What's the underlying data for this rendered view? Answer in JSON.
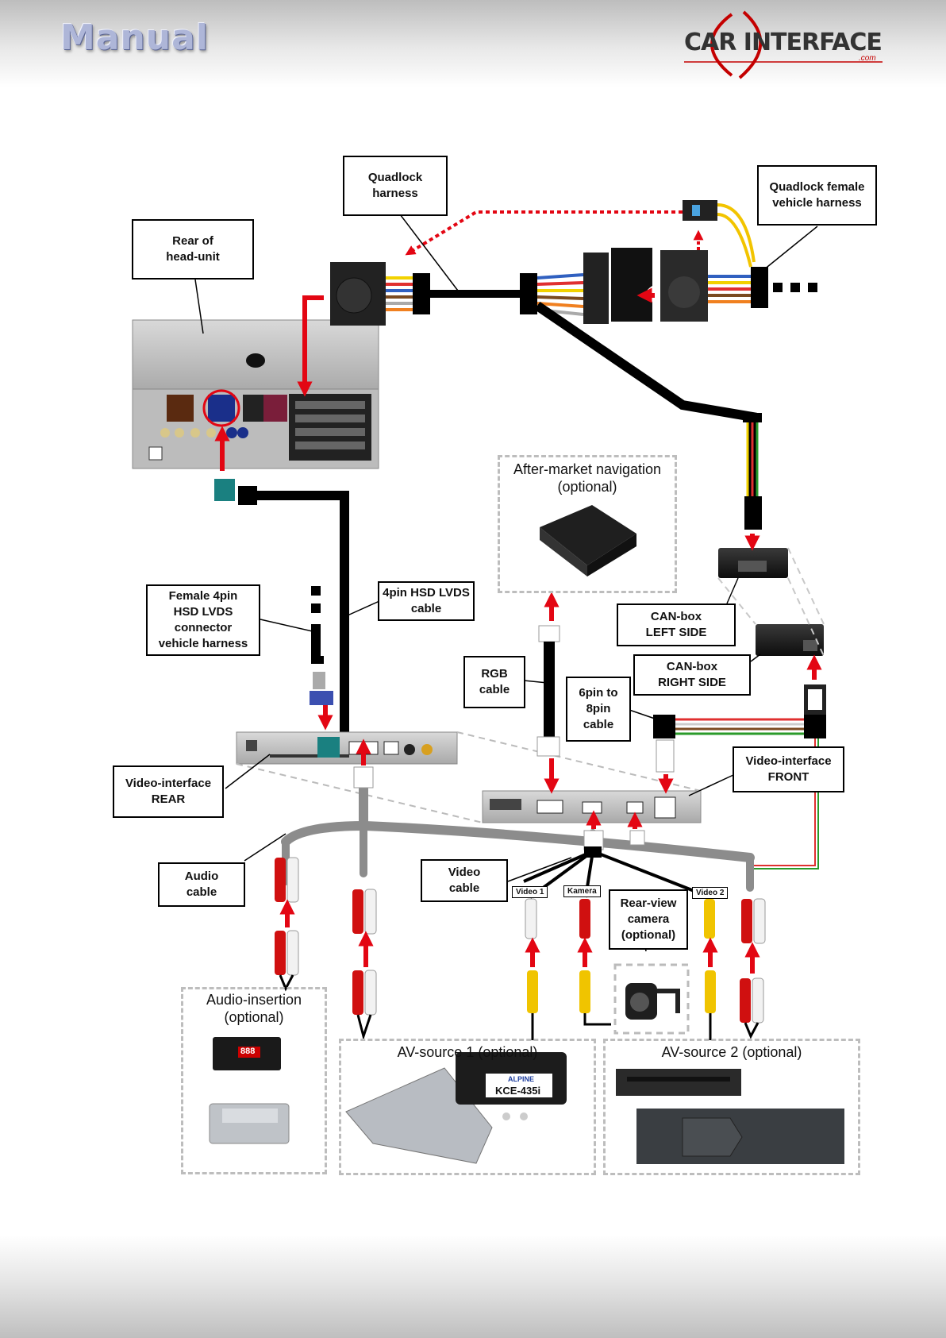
{
  "header": {
    "title": "Manual",
    "brand": "CAR INTERFACE",
    "brand_suffix": ".com"
  },
  "labels": {
    "quadlock_harness": "Quadlock\nharness",
    "quadlock_female": "Quadlock female\nvehicle harness",
    "rear_head_unit": "Rear of\nhead-unit",
    "aftermarket_nav": "After-market navigation\n(optional)",
    "female_4pin": "Female 4pin\nHSD LVDS\nconnector\nvehicle harness",
    "hsd_cable": "4pin HSD LVDS\ncable",
    "canbox_left": "CAN-box\nLEFT SIDE",
    "canbox_right": "CAN-box\nRIGHT SIDE",
    "rgb_cable": "RGB\ncable",
    "pin6_8": "6pin to\n8pin\ncable",
    "vi_rear": "Video-interface\nREAR",
    "vi_front": "Video-interface\nFRONT",
    "audio_cable": "Audio\ncable",
    "video_cable": "Video\ncable",
    "rear_camera": "Rear-view\ncamera\n(optional)",
    "tag_video1": "Video 1",
    "tag_kamera": "Kamera",
    "tag_video2": "Video 2"
  },
  "groups": {
    "audio_insertion": "Audio-insertion\n(optional)",
    "av_source_1": "AV-source 1 (optional)",
    "av_source_2": "AV-source 2 (optional)"
  },
  "device_text": {
    "soundgate_display": "888",
    "alpine_brand": "ALPINE",
    "alpine_model": "KCE-435i"
  },
  "colors": {
    "arrow": "#e30613",
    "cable": "#000000",
    "av_cable": "#8c8c8c",
    "dashed_frame": "#bdbdbd",
    "rca_red": "#d01010",
    "rca_white": "#f2f2f2",
    "rca_yellow": "#f0c400"
  }
}
